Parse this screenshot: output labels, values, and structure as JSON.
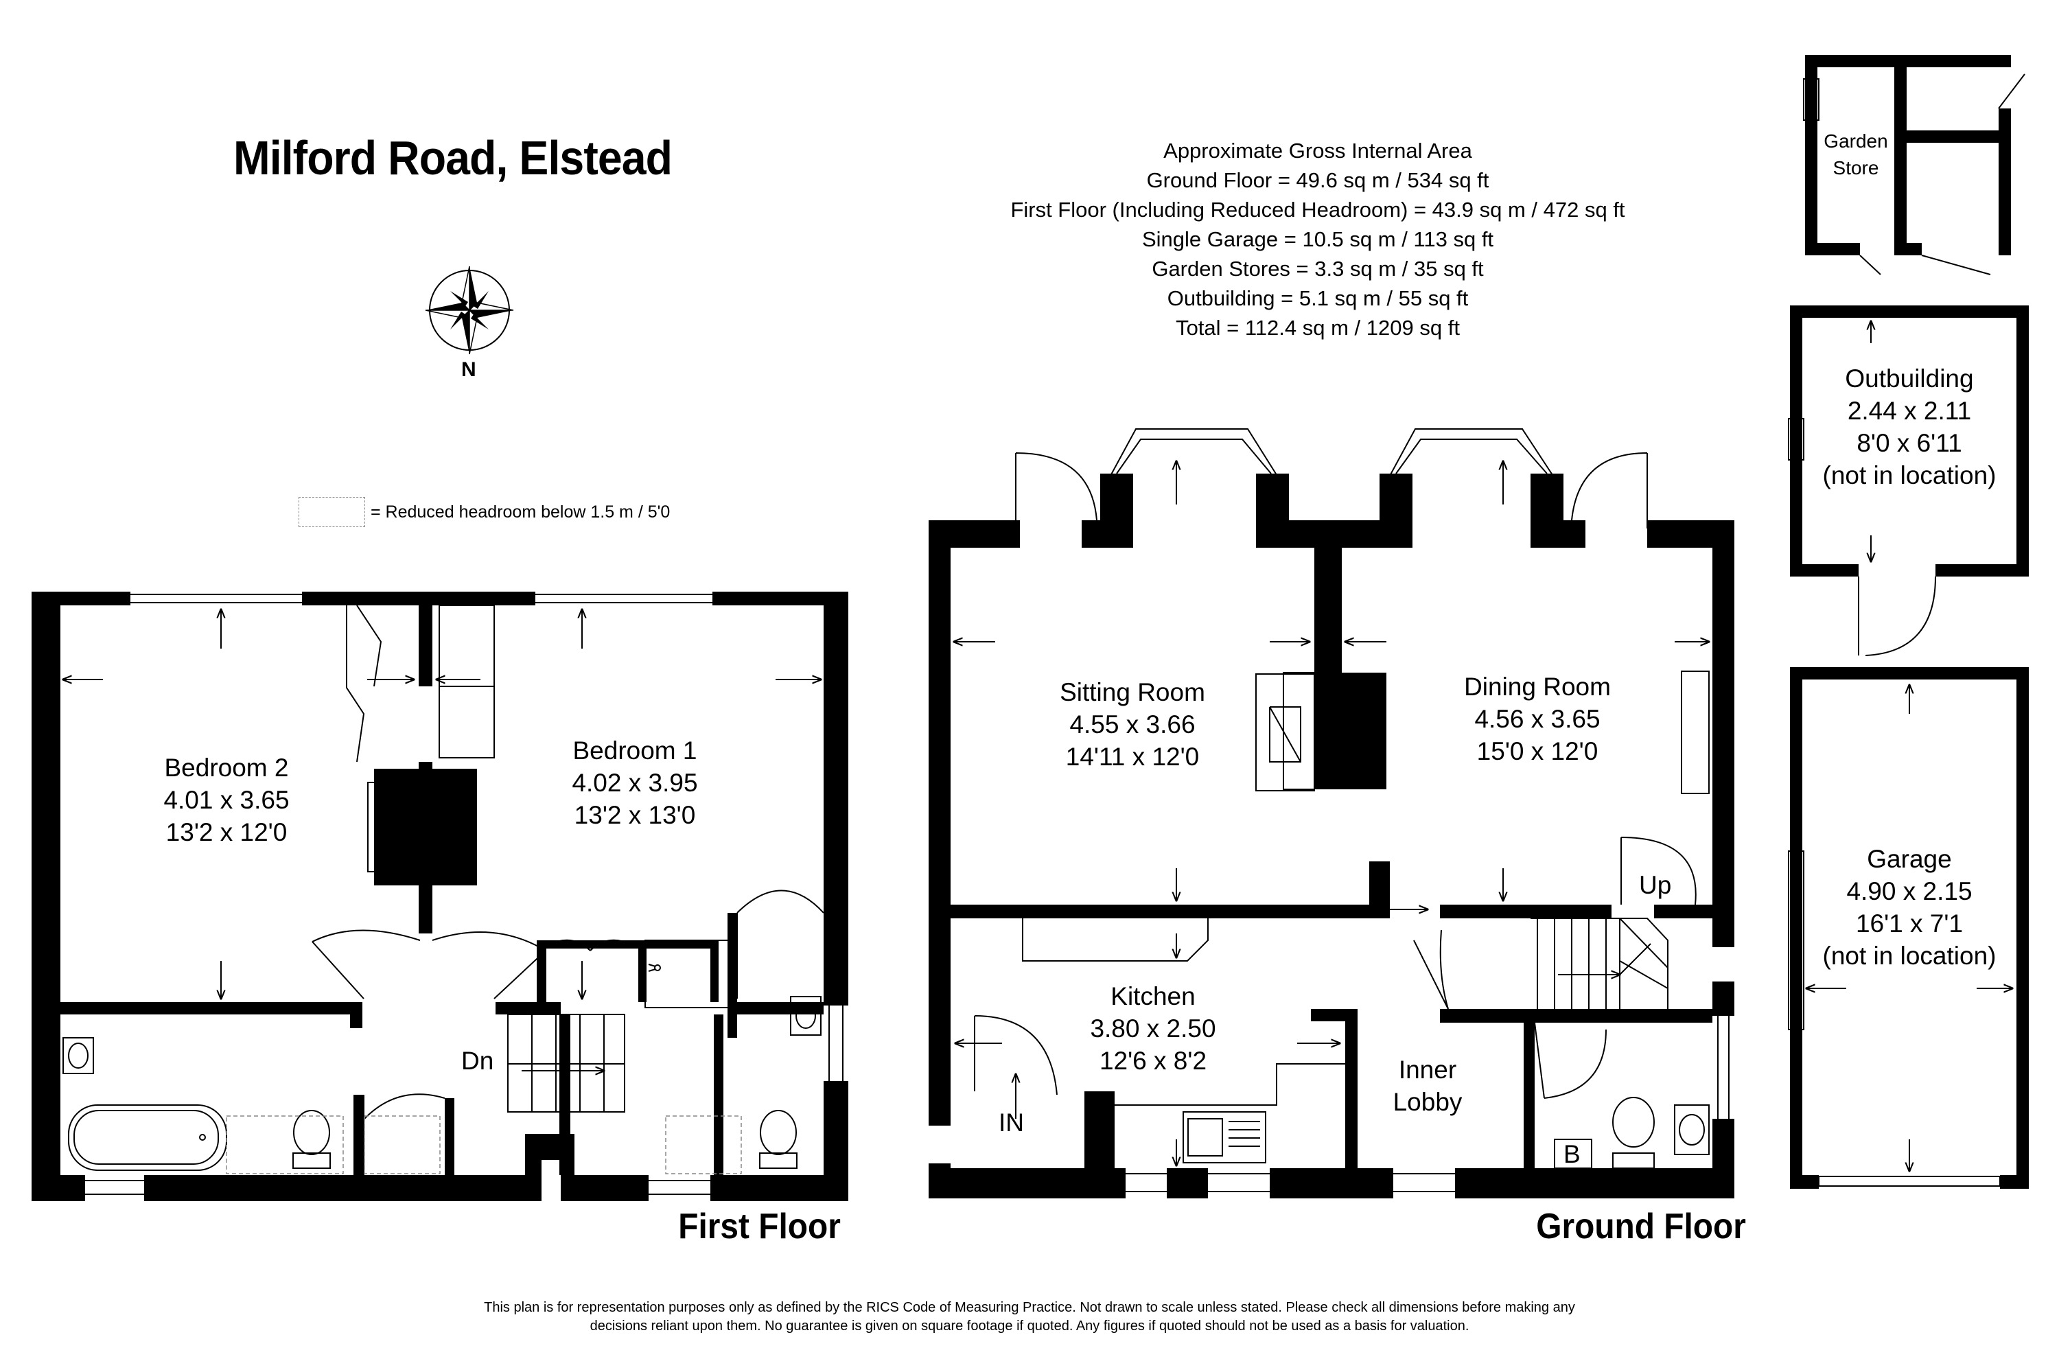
{
  "title": "Milford Road, Elstead",
  "area": {
    "heading": "Approximate Gross Internal Area",
    "lines": [
      "Ground Floor = 49.6 sq m / 534 sq ft",
      "First Floor (Including Reduced Headroom) = 43.9 sq m / 472 sq ft",
      "Single Garage = 10.5 sq m / 113 sq ft",
      "Garden Stores = 3.3 sq m / 35 sq ft",
      "Outbuilding = 5.1 sq m / 55 sq ft",
      "Total = 112.4 sq m / 1209 sq ft"
    ]
  },
  "compass": {
    "label": "N"
  },
  "legend": {
    "text": "= Reduced headroom below 1.5 m / 5'0"
  },
  "first_floor": {
    "name": "First Floor",
    "bedroom2": {
      "name": "Bedroom 2",
      "metric": "4.01 x 3.65",
      "imperial": "13'2 x 12'0"
    },
    "bedroom1": {
      "name": "Bedroom 1",
      "metric": "4.02 x 3.95",
      "imperial": "13'2 x 13'0"
    },
    "stairs": "Dn"
  },
  "ground_floor": {
    "name": "Ground Floor",
    "sitting": {
      "name": "Sitting Room",
      "metric": "4.55 x 3.66",
      "imperial": "14'11 x 12'0"
    },
    "dining": {
      "name": "Dining Room",
      "metric": "4.56 x 3.65",
      "imperial": "15'0 x 12'0"
    },
    "kitchen": {
      "name": "Kitchen",
      "metric": "3.80 x 2.50",
      "imperial": "12'6 x 8'2"
    },
    "lobby": {
      "line1": "Inner",
      "line2": "Lobby"
    },
    "stairs": "Up",
    "entrance": "IN",
    "boiler": "B"
  },
  "garden_store": {
    "line1": "Garden",
    "line2": "Store"
  },
  "outbuilding": {
    "name": "Outbuilding",
    "metric": "2.44 x 2.11",
    "imperial": "8'0 x 6'11",
    "note": "(not in location)"
  },
  "garage": {
    "name": "Garage",
    "metric": "4.90 x 2.15",
    "imperial": "16'1 x 7'1",
    "note": "(not in location)"
  },
  "disclaimer": {
    "line1": "This plan is for representation purposes only as defined by the RICS Code of Measuring Practice. Not drawn to scale unless stated. Please check all dimensions before making any",
    "line2": "decisions reliant upon them. No guarantee is given on square footage if quoted. Any figures if quoted should not be used as a basis for valuation."
  }
}
